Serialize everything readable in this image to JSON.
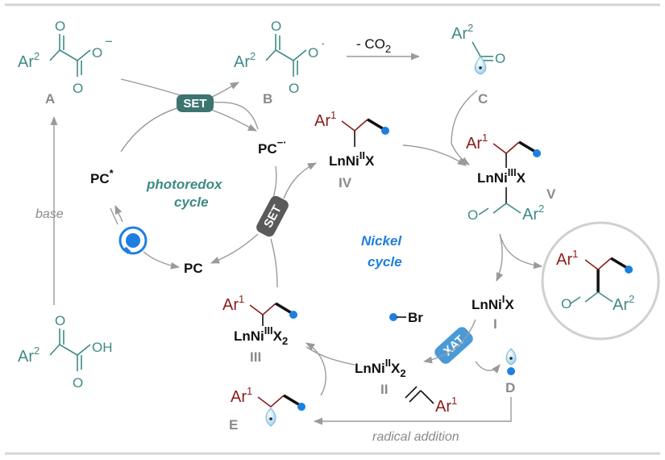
{
  "molecules": {
    "A": {
      "label": "A",
      "aryl": "Ar",
      "aryl_sup": "2",
      "charge": "−",
      "o_atom": "O"
    },
    "B": {
      "label": "B",
      "aryl": "Ar",
      "aryl_sup": "2",
      "radical": "·",
      "o_atom": "O"
    },
    "C": {
      "label": "C",
      "aryl": "Ar",
      "aryl_sup": "2",
      "o_atom": "O"
    },
    "D": {
      "label": "D"
    },
    "E": {
      "label": "E",
      "aryl": "Ar",
      "aryl_sup": "1"
    },
    "acid": {
      "aryl": "Ar",
      "aryl_sup": "2",
      "oh": "OH",
      "o_atom": "O"
    },
    "product": {
      "aryl1": "Ar",
      "aryl1_sup": "1",
      "aryl2": "Ar",
      "aryl2_sup": "2",
      "o_atom": "O"
    }
  },
  "nickel_species": {
    "I": {
      "numeral": "I",
      "pre": "LnNi",
      "ox": "I",
      "post": "X"
    },
    "II": {
      "numeral": "II",
      "pre": "LnNi",
      "ox": "II",
      "post": "X",
      "sub": "2"
    },
    "III": {
      "numeral": "III",
      "pre": "LnNi",
      "ox": "III",
      "post": "X",
      "sub": "2",
      "aryl": "Ar",
      "aryl_sup": "1"
    },
    "IV": {
      "numeral": "IV",
      "pre": "LnNi",
      "ox": "II",
      "post": "X",
      "aryl": "Ar",
      "aryl_sup": "1"
    },
    "V": {
      "numeral": "V",
      "pre": "LnNi",
      "ox": "III",
      "post": "X",
      "aryl": "Ar",
      "aryl_sup": "1",
      "acyl_aryl": "Ar",
      "acyl_aryl_sup": "2",
      "o_atom": "O"
    }
  },
  "photocat": {
    "pc": "PC",
    "excited": "*",
    "reduced_charge": "−·"
  },
  "reagents": {
    "alkyl_bromide": "Br",
    "alkene_aryl": "Ar",
    "alkene_aryl_sup": "1"
  },
  "badges": {
    "set1": "SET",
    "set2": "SET",
    "xat": "XAT"
  },
  "labels": {
    "decarboxylation": "- CO",
    "decarboxylation_sub": "2",
    "base": "base",
    "photoredox_line1": "photoredox",
    "photoredox_line2": "cycle",
    "nickel_line1": "Nickel",
    "nickel_line2": "cycle",
    "radical_addition": "radical addition"
  },
  "colors": {
    "teal": "#3e8a86",
    "dark_red": "#8a1c1c",
    "blue": "#1e7fe0",
    "set_badge": "#3c7470",
    "set2_badge": "#5a5a5a",
    "xat_badge": "#4a9ad8"
  }
}
